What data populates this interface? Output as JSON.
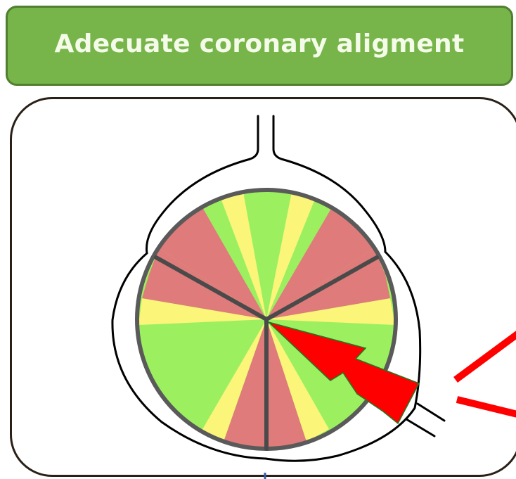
{
  "title": "Adecuate coronary aligment",
  "colors": {
    "banner_fill": "#77b54a",
    "banner_border": "#4f7f2f",
    "title_text": "#f4fbe9",
    "safe_zone": "#9cf060",
    "caution_zone": "#fbf57a",
    "danger_zone": "#df7b7b",
    "ring_outline": "#5a5a5a",
    "commissure_lines": "#4a4a4a",
    "coronary_arrow": "#ff0000",
    "arrow_outline": "#1f7a1f",
    "pointer_lines": "#ff0000"
  },
  "icons": {
    "coronary_flow": "lightning-arrow-icon"
  },
  "zones": {
    "safe": "green",
    "caution": "yellow",
    "danger": "red"
  }
}
